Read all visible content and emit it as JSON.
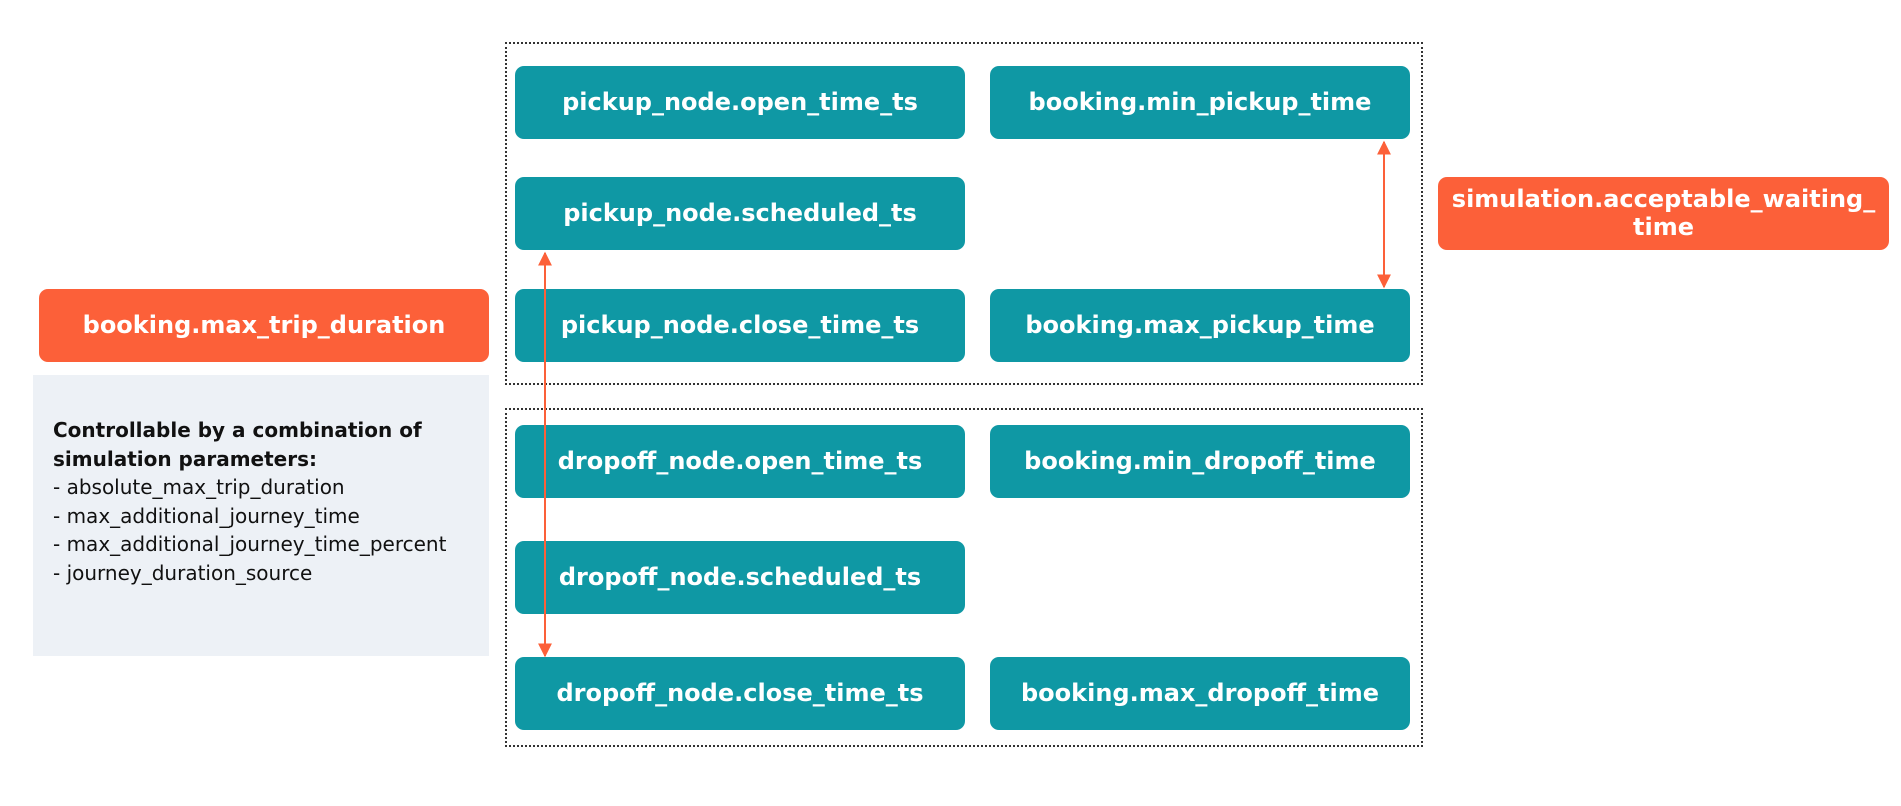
{
  "pickup_group": {
    "open_time": "pickup_node.open_time_ts",
    "scheduled": "pickup_node.scheduled_ts",
    "close_time": "pickup_node.close_time_ts",
    "min_pickup": "booking.min_pickup_time",
    "max_pickup": "booking.max_pickup_time"
  },
  "dropoff_group": {
    "open_time": "dropoff_node.open_time_ts",
    "scheduled": "dropoff_node.scheduled_ts",
    "close_time": "dropoff_node.close_time_ts",
    "min_dropoff": "booking.min_dropoff_time",
    "max_dropoff": "booking.max_dropoff_time"
  },
  "params": {
    "max_trip_duration": "booking.max_trip_duration",
    "acceptable_waiting_line1": "simulation.acceptable_waiting_",
    "acceptable_waiting_line2": "time"
  },
  "note": {
    "title_line1": "Controllable by a combination of",
    "title_line2": "simulation parameters:",
    "items": [
      "- absolute_max_trip_duration",
      "- max_additional_journey_time",
      "- max_additional_journey_time_percent",
      "- journey_duration_source"
    ]
  },
  "colors": {
    "teal": "#0f98a4",
    "orange": "#fc6039",
    "note_bg": "#edf1f6"
  }
}
